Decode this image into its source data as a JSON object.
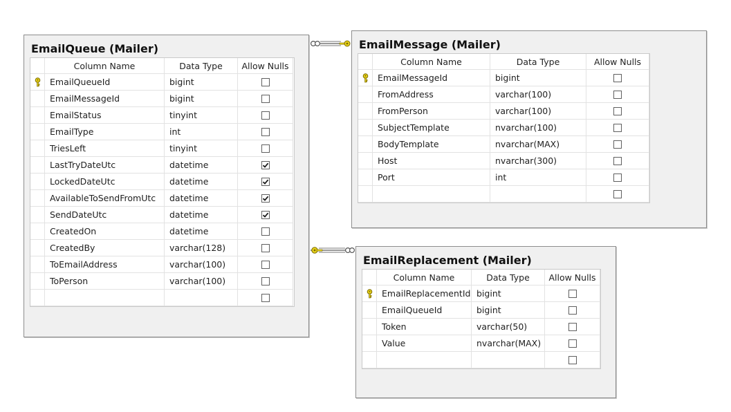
{
  "columns": {
    "name": "Column Name",
    "type": "Data Type",
    "nulls": "Allow Nulls"
  },
  "email_queue": {
    "title": "EmailQueue (Mailer)",
    "rows": [
      {
        "name": "EmailQueueId",
        "type": "bigint",
        "nulls": false,
        "pk": true
      },
      {
        "name": "EmailMessageId",
        "type": "bigint",
        "nulls": false
      },
      {
        "name": "EmailStatus",
        "type": "tinyint",
        "nulls": false
      },
      {
        "name": "EmailType",
        "type": "int",
        "nulls": false
      },
      {
        "name": "TriesLeft",
        "type": "tinyint",
        "nulls": false
      },
      {
        "name": "LastTryDateUtc",
        "type": "datetime",
        "nulls": true
      },
      {
        "name": "LockedDateUtc",
        "type": "datetime",
        "nulls": true
      },
      {
        "name": "AvailableToSendFromUtc",
        "type": "datetime",
        "nulls": true
      },
      {
        "name": "SendDateUtc",
        "type": "datetime",
        "nulls": true
      },
      {
        "name": "CreatedOn",
        "type": "datetime",
        "nulls": false
      },
      {
        "name": "CreatedBy",
        "type": "varchar(128)",
        "nulls": false
      },
      {
        "name": "ToEmailAddress",
        "type": "varchar(100)",
        "nulls": false
      },
      {
        "name": "ToPerson",
        "type": "varchar(100)",
        "nulls": false
      },
      {
        "name": "",
        "type": "",
        "nulls": false,
        "blank": true
      }
    ]
  },
  "email_message": {
    "title": "EmailMessage (Mailer)",
    "rows": [
      {
        "name": "EmailMessageId",
        "type": "bigint",
        "nulls": false,
        "pk": true
      },
      {
        "name": "FromAddress",
        "type": "varchar(100)",
        "nulls": false
      },
      {
        "name": "FromPerson",
        "type": "varchar(100)",
        "nulls": false
      },
      {
        "name": "SubjectTemplate",
        "type": "nvarchar(100)",
        "nulls": false
      },
      {
        "name": "BodyTemplate",
        "type": "nvarchar(MAX)",
        "nulls": false
      },
      {
        "name": "Host",
        "type": "nvarchar(300)",
        "nulls": false
      },
      {
        "name": "Port",
        "type": "int",
        "nulls": false
      },
      {
        "name": "",
        "type": "",
        "nulls": false,
        "blank": true
      }
    ]
  },
  "email_replacement": {
    "title": "EmailReplacement (Mailer)",
    "rows": [
      {
        "name": "EmailReplacementId",
        "type": "bigint",
        "nulls": false,
        "pk": true
      },
      {
        "name": "EmailQueueId",
        "type": "bigint",
        "nulls": false
      },
      {
        "name": "Token",
        "type": "varchar(50)",
        "nulls": false
      },
      {
        "name": "Value",
        "type": "nvarchar(MAX)",
        "nulls": false
      },
      {
        "name": "",
        "type": "",
        "nulls": false,
        "blank": true
      }
    ]
  },
  "colors": {
    "key_yellow": "#e8d21a",
    "key_outline": "#7a6a00",
    "relationship_line": "#777777"
  },
  "icons": {
    "primary_key": "key-icon",
    "checked": "checkbox-checked",
    "unchecked": "checkbox-unchecked"
  }
}
